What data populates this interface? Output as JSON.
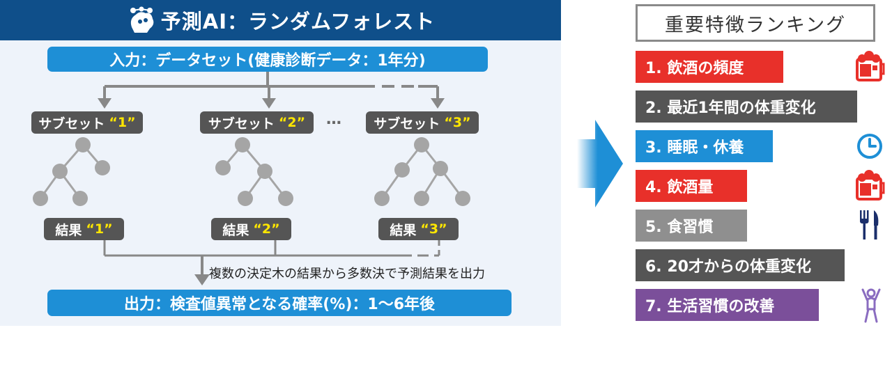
{
  "title": "予測AI：ランダムフォレスト",
  "input_label": "入力：データセット(健康診断データ：1年分)",
  "subsets": [
    {
      "label": "サブセット",
      "num": "“1”"
    },
    {
      "label": "サブセット",
      "num": "“2”"
    },
    {
      "label": "サブセット",
      "num": "“3”"
    }
  ],
  "ellipsis": "…",
  "results": [
    {
      "label": "結果",
      "num": "“1”"
    },
    {
      "label": "結果",
      "num": "“2”"
    },
    {
      "label": "結果",
      "num": "“3”"
    }
  ],
  "note": "複数の決定木の結果から多数決で予測結果を出力",
  "output_label": "出力：検査値異常となる確率(%)：1～6年後",
  "ranking_title": "重要特徴ランキング",
  "ranking": [
    {
      "label": "1. 飲酒の頻度",
      "color": "#e8302a",
      "icon": "drink-icon"
    },
    {
      "label": "2. 最近1年間の体重変化",
      "color": "#555555",
      "icon": ""
    },
    {
      "label": "3. 睡眠・休養",
      "color": "#1e8fd6",
      "icon": "clock-icon"
    },
    {
      "label": "4. 飲酒量",
      "color": "#e8302a",
      "icon": "drink-icon"
    },
    {
      "label": "5. 食習慣",
      "color": "#8f8f8f",
      "icon": "cutlery-icon"
    },
    {
      "label": "6. 20才からの体重変化",
      "color": "#555555",
      "icon": ""
    },
    {
      "label": "7. 生活習慣の改善",
      "color": "#7b4f9a",
      "icon": "exercise-icon"
    }
  ],
  "colors": {
    "title_bg": "#0f4f8a",
    "accent_blue": "#1e8fd6",
    "number_yellow": "#ffe600",
    "node_gray": "#a5a5a5",
    "line_gray": "#888888",
    "icon_red": "#e8302a",
    "icon_navy": "#1b2f6b",
    "icon_purple": "#8a6cc0"
  }
}
